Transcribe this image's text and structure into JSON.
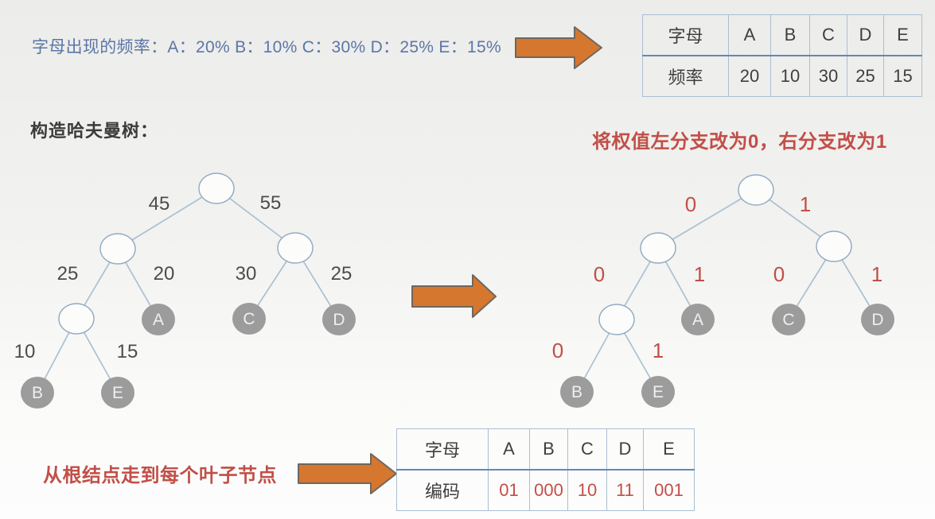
{
  "texts": {
    "frequency_line": "字母出现的频率：A：20% B：10% C：30% D：25% E：15%",
    "construct_heading": "构造哈夫曼树：",
    "branch_rule": "将权值左分支改为0，右分支改为1",
    "traverse_note": "从根结点走到每个叶子节点"
  },
  "frequency_table": {
    "header_row": [
      "字母",
      "A",
      "B",
      "C",
      "D",
      "E"
    ],
    "value_row": [
      "频率",
      "20",
      "10",
      "30",
      "25",
      "15"
    ]
  },
  "code_table": {
    "header_row": [
      "字母",
      "A",
      "B",
      "C",
      "D",
      "E"
    ],
    "value_row": [
      "编码",
      "01",
      "000",
      "10",
      "11",
      "001"
    ]
  },
  "left_tree": {
    "edge_labels": [
      "45",
      "55",
      "25",
      "20",
      "30",
      "25",
      "10",
      "15"
    ],
    "leaves": [
      "A",
      "C",
      "D",
      "B",
      "E"
    ]
  },
  "right_tree": {
    "edge_labels": [
      "0",
      "1",
      "0",
      "1",
      "0",
      "1",
      "0",
      "1"
    ],
    "leaves": [
      "A",
      "C",
      "D",
      "B",
      "E"
    ]
  },
  "icons": {
    "flow_arrow": "right-arrow"
  },
  "colors": {
    "background_top": "#ececea",
    "background_bottom": "#fdfdfd",
    "blue_text": "#5b76a7",
    "red_text": "#c14f48",
    "heading_text": "#3b3b3b",
    "arrow_orange": "#d5772e",
    "tree_edge": "#abc0d2",
    "leaf_node_gray": "#9c9c9c",
    "table_border": "#aabfd2",
    "table_divider": "#6488b4"
  }
}
